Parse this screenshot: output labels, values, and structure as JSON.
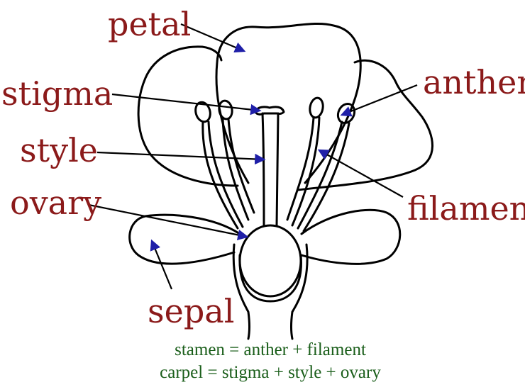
{
  "diagram": {
    "labels": {
      "petal": "petal",
      "stigma": "stigma",
      "style": "style",
      "ovary": "ovary",
      "sepal": "sepal",
      "anther": "anther",
      "filament": "filament"
    },
    "formulas": {
      "stamen": "stamen = anther + filament",
      "carpel": "carpel = stigma + style + ovary"
    },
    "colors": {
      "label_text": "#8b1a1a",
      "formula_text": "#1a5e1a",
      "arrowhead": "#1f1fa8",
      "outline": "#000000",
      "background": "#ffffff"
    }
  }
}
